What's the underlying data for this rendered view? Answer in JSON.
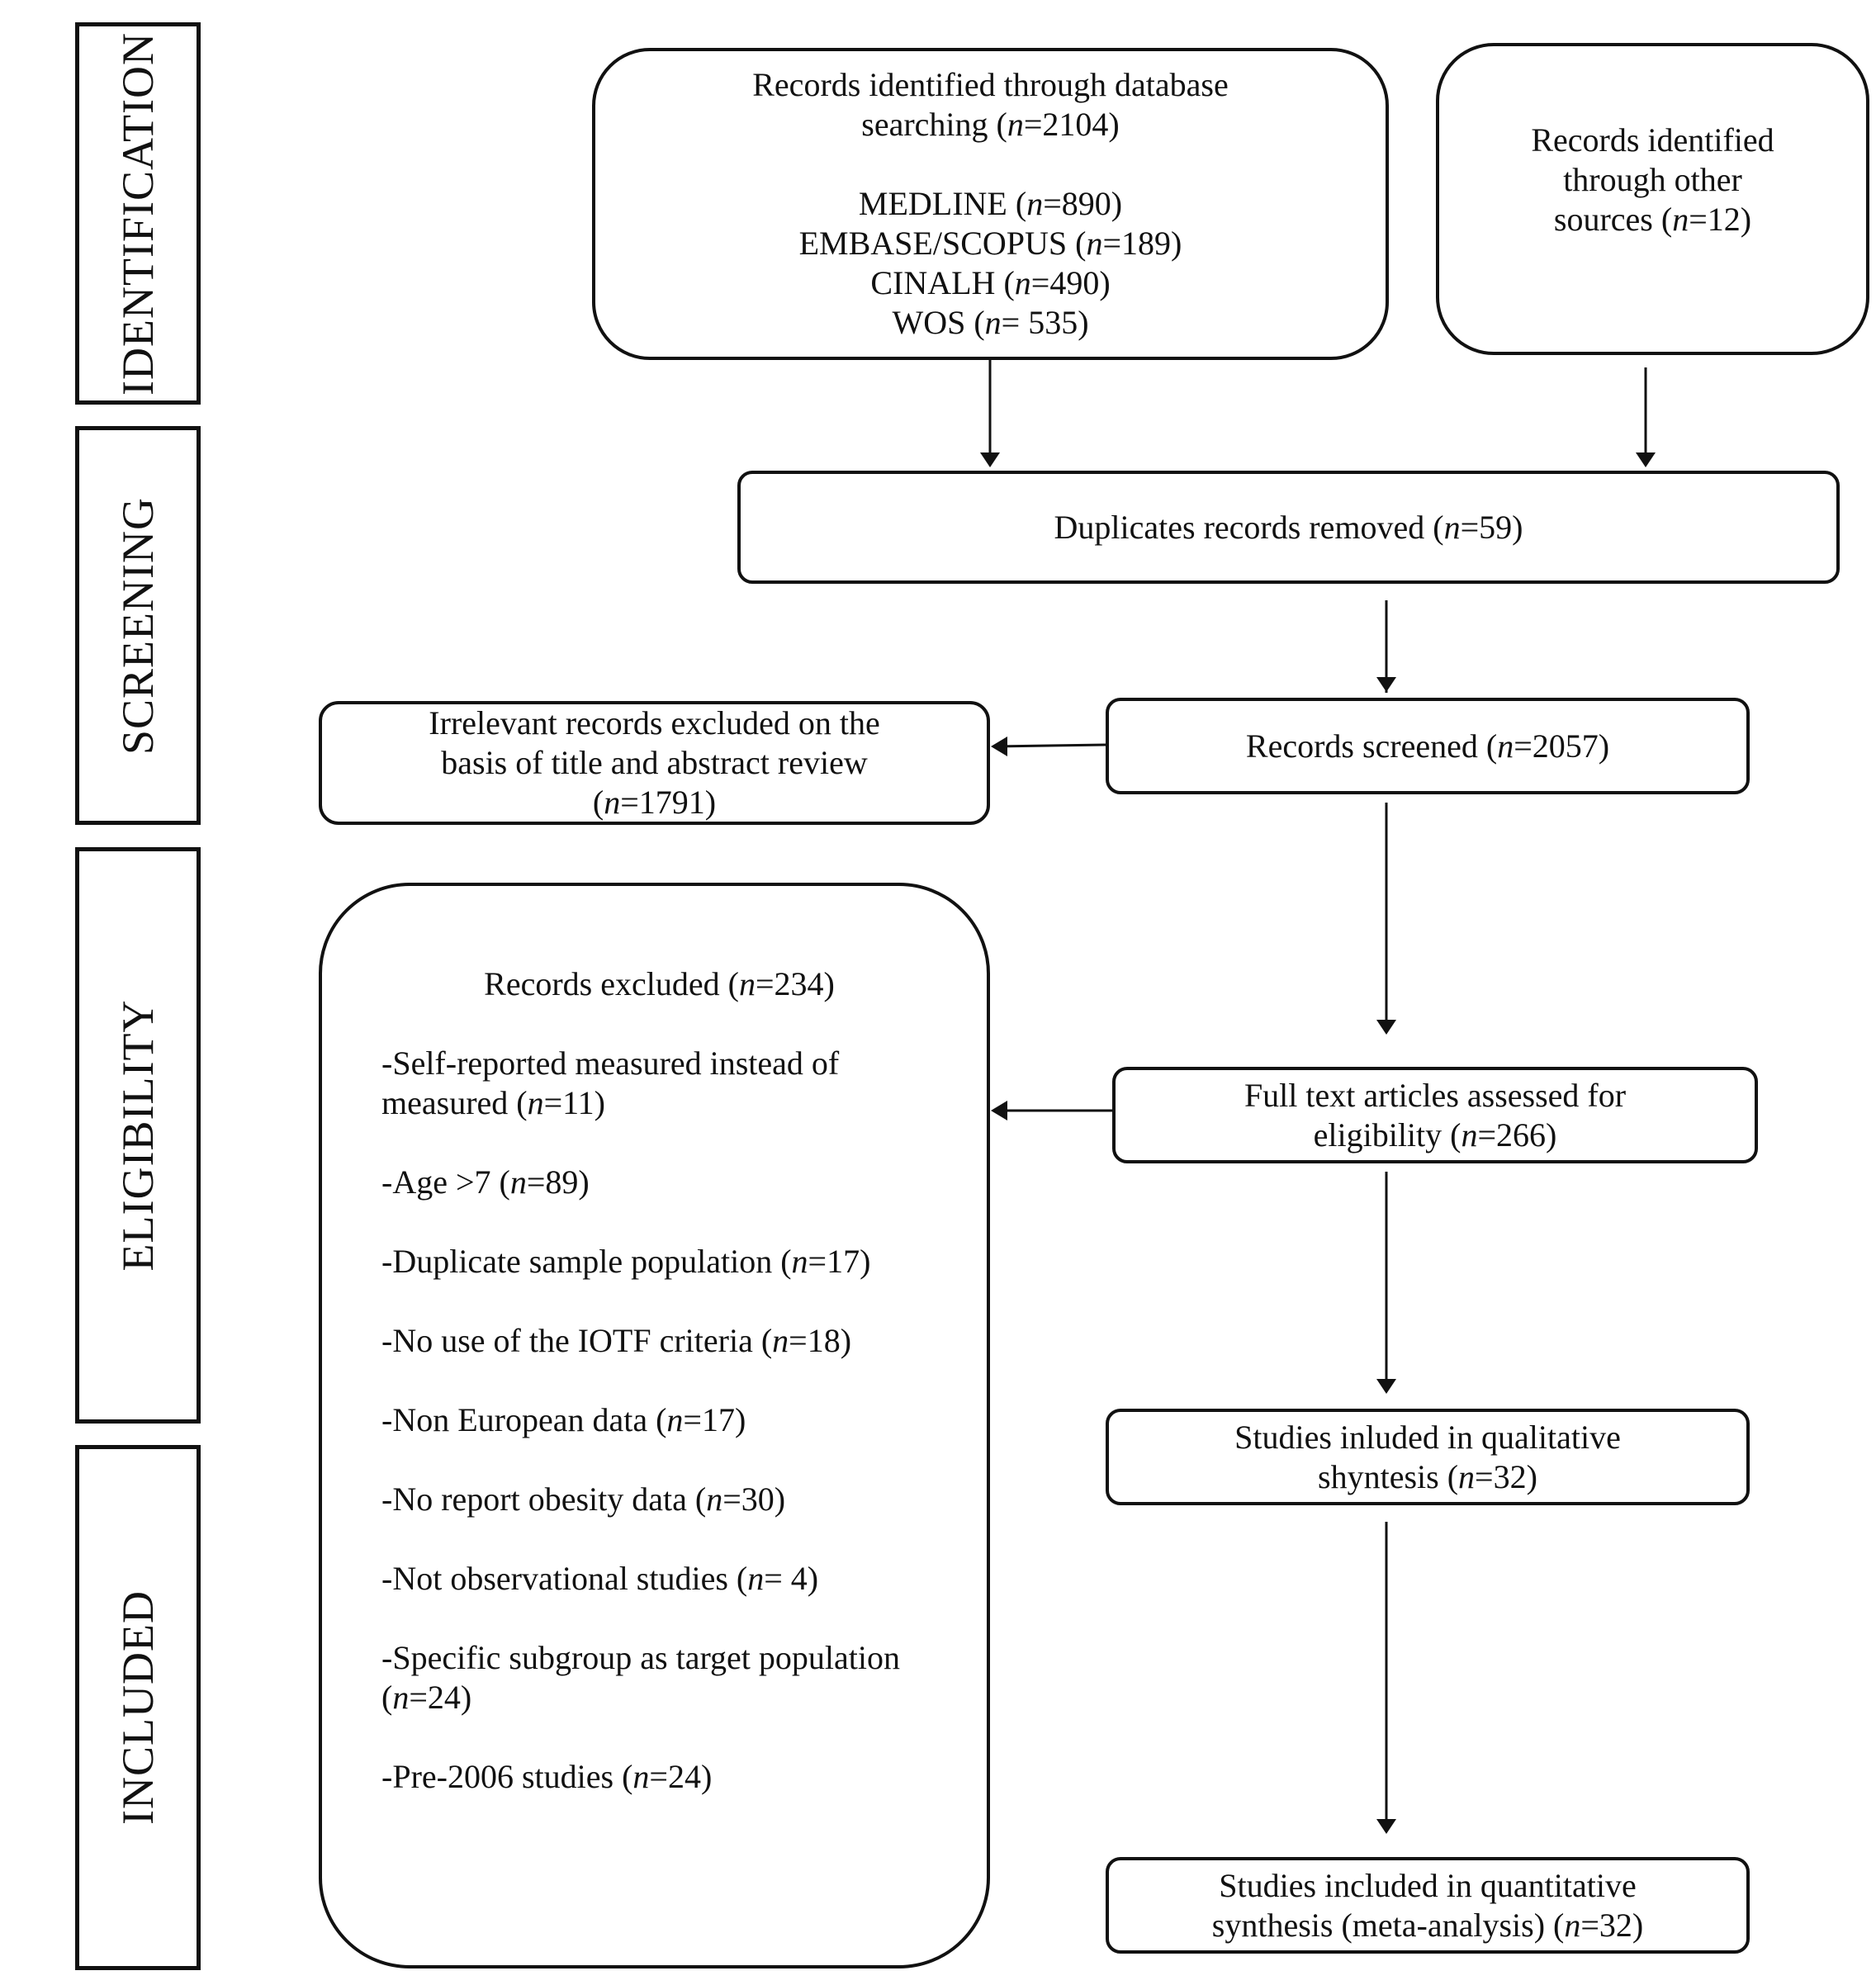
{
  "phases": [
    "IDENTIFICATION",
    "SCREENING",
    "ELIGIBILITY",
    "INCLUDED"
  ],
  "db_search": {
    "title_line1": "Records identified through database",
    "title_line2_pre": "searching (",
    "n_symbol": "n",
    "title_n": "=2104)",
    "sources": [
      {
        "name": "MEDLINE (",
        "n": "=890)"
      },
      {
        "name": "EMBASE/SCOPUS (",
        "n": "=189)"
      },
      {
        "name": "CINALH (",
        "n": "=490)"
      },
      {
        "name": "WOS (",
        "n": "= 535)"
      }
    ]
  },
  "other_sources": {
    "line1": "Records identified",
    "line2": "through other",
    "line3_pre": "sources (",
    "n": "=12)"
  },
  "duplicates": {
    "pre": "Duplicates records removed (",
    "n": "=59)"
  },
  "screened": {
    "pre": "Records screened (",
    "n": "=2057)"
  },
  "irrelevant": {
    "line1": "Irrelevant records excluded on the",
    "line2": "basis of title and abstract review",
    "line3_pre": "(",
    "n": "=1791)"
  },
  "fulltext": {
    "line1": "Full text articles assessed for",
    "line2_pre": "eligibility (",
    "n": "=266)"
  },
  "records_excluded": {
    "head_pre": "Records excluded (",
    "head_n": "=234)",
    "items": [
      {
        "pre": "-Self-reported measured instead of measured (",
        "n": "=11)"
      },
      {
        "pre": "-Age >7 (",
        "n": "=89)"
      },
      {
        "pre": "-Duplicate sample population (",
        "n": "=17)"
      },
      {
        "pre": "-No use of the IOTF criteria (",
        "n": "=18)"
      },
      {
        "pre": "-Non European data (",
        "n": "=17)"
      },
      {
        "pre": "-No report obesity data (",
        "n": "=30)"
      },
      {
        "pre": "-Not observational studies (",
        "n": "= 4)"
      },
      {
        "pre": "-Specific subgroup as target population (",
        "n": "=24)"
      },
      {
        "pre": "-Pre-2006 studies (",
        "n": "=24)"
      }
    ]
  },
  "qualitative": {
    "line1": "Studies inluded in qualitative",
    "line2_pre": "shyntesis (",
    "n": "=32)"
  },
  "quantitative": {
    "line1": "Studies included in quantitative",
    "line2_pre": "synthesis (meta-analysis) (",
    "n": "=32)"
  }
}
